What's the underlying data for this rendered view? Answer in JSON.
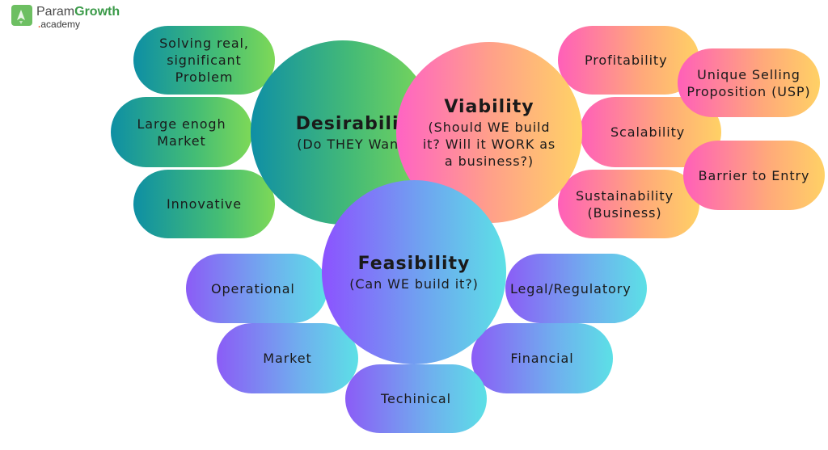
{
  "logo": {
    "name_part1": "Param",
    "name_part2": "Growth",
    "sub_dot": ".",
    "sub": "academy"
  },
  "desirability": {
    "title": "Desirability",
    "subtitle": "(Do THEY Want it",
    "items": [
      "Solving real,\nsignificant\nProblem",
      "Large enogh\nMarket",
      "Innovative"
    ]
  },
  "viability": {
    "title": "Viability",
    "subtitle": "(Should WE build\nit? Will it WORK as\na business?)",
    "items": [
      "Profitability",
      "Unique Selling\nProposition (USP)",
      "Scalability",
      "Barrier to Entry",
      "Sustainability\n(Business)"
    ]
  },
  "feasibility": {
    "title": "Feasibility",
    "subtitle": "(Can WE build it?)",
    "items": [
      "Operational",
      "Legal/Regulatory",
      "Market",
      "Financial",
      "Techinical"
    ]
  },
  "colors": {
    "desirability": [
      "#0e8fa4",
      "#7ed957"
    ],
    "viability": [
      "#ff5fb9",
      "#ffd165"
    ],
    "feasibility": [
      "#8b5cf6",
      "#5ce0e6"
    ]
  }
}
